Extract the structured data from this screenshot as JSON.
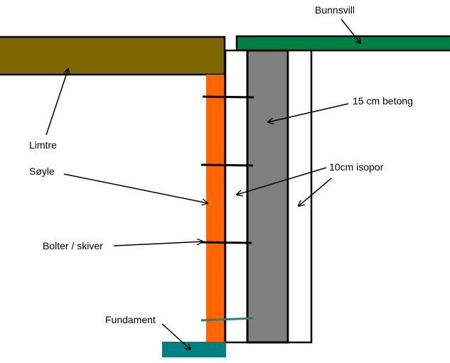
{
  "diagram": {
    "title": "",
    "colors": {
      "limtre": "#7F6600",
      "bunnsvill": "#008040",
      "soyle": "#FF6600",
      "betong": "#808080",
      "isopor": "#FFFFFF",
      "fundament": "#008080",
      "outline": "#000000",
      "fundament_bolt": "#2A8080"
    },
    "labels": {
      "bunnsvill": "Bunnsvill",
      "limtre": "Limtre",
      "soyle": "Søyle",
      "betong": "15 cm betong",
      "isopor": "10cm isopor",
      "bolter": "Bolter / skiver",
      "fundament": "Fundament"
    }
  }
}
